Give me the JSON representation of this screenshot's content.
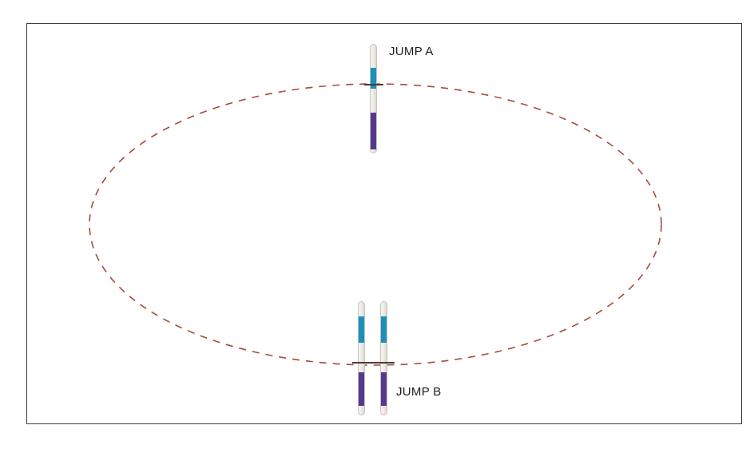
{
  "diagram": {
    "type": "oval-course-with-two-jumps",
    "jumps": [
      {
        "id": "A",
        "label": "JUMP A"
      },
      {
        "id": "B",
        "label": "JUMP B"
      }
    ]
  },
  "colors": {
    "track_dash": "#a64b3c",
    "pole_body": "#efede9",
    "pole_edge": "#c8c3bc",
    "band_teal": "#1b90ba",
    "band_purple": "#55398f",
    "frame_border": "#3c3c3c",
    "tick": "#4c3a33",
    "label_text": "#1e1e1e",
    "page_bg": "#ffffff"
  }
}
